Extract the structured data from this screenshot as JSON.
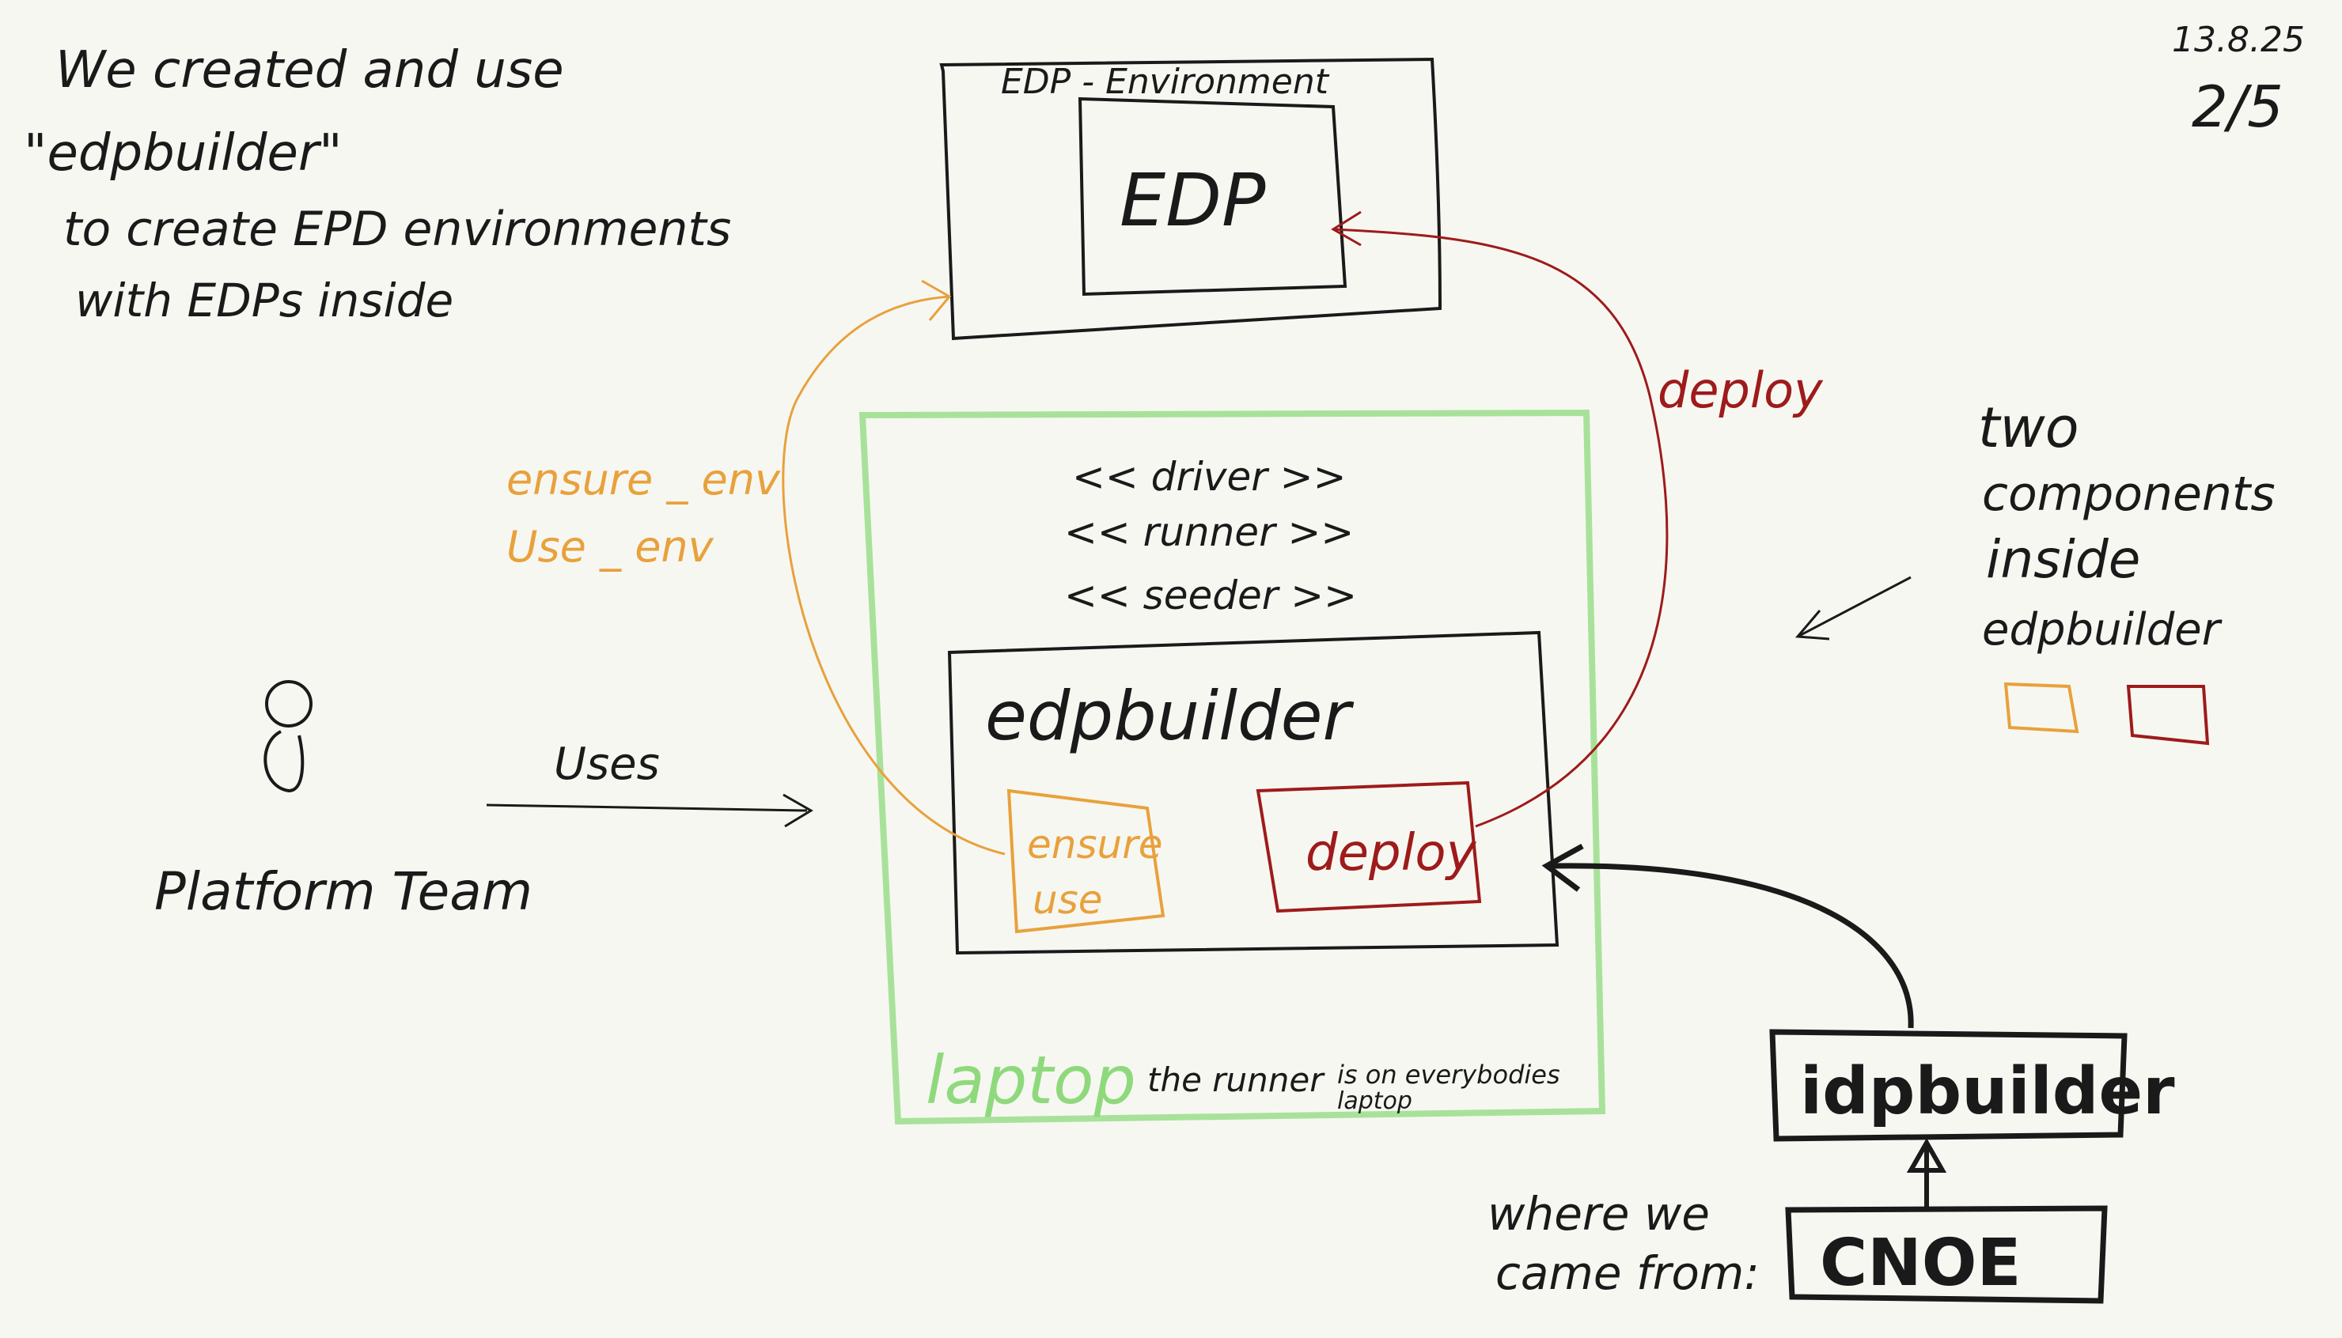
{
  "notes": {
    "top_left": [
      "We created and use",
      "\"edpbuilder\"",
      "to create EPD environments",
      "with EDPs inside"
    ],
    "date": "13.8.25",
    "page": "2/5"
  },
  "environment": {
    "title": "EDP - Environment",
    "inner": "EDP"
  },
  "laptop": {
    "label": "laptop",
    "note": [
      "the runner",
      "is on everybodies",
      "laptop"
    ],
    "stereotypes": [
      "<< driver >>",
      "<< runner >>",
      "<< seeder >>"
    ]
  },
  "edpbuilder": {
    "title": "edpbuilder",
    "component_orange": [
      "ensure",
      "use"
    ],
    "component_red": "deploy"
  },
  "arrows": {
    "ensure_env": [
      "ensure _ env",
      "Use _ env"
    ],
    "deploy": "deploy",
    "uses": "Uses"
  },
  "actor": {
    "label": "Platform Team"
  },
  "legend": {
    "lines": [
      "two",
      "components",
      "inside",
      "edpbuilder"
    ]
  },
  "origin": {
    "idpbuilder": "idpbuilder",
    "cnoe": "CNOE",
    "caption": [
      "where we",
      "came from:"
    ]
  },
  "colors": {
    "ink": "#1a1a1a",
    "orange": "#e8a13c",
    "red": "#9e1b1b",
    "green": "#8fd97d",
    "paper": "#f7f7f2"
  }
}
